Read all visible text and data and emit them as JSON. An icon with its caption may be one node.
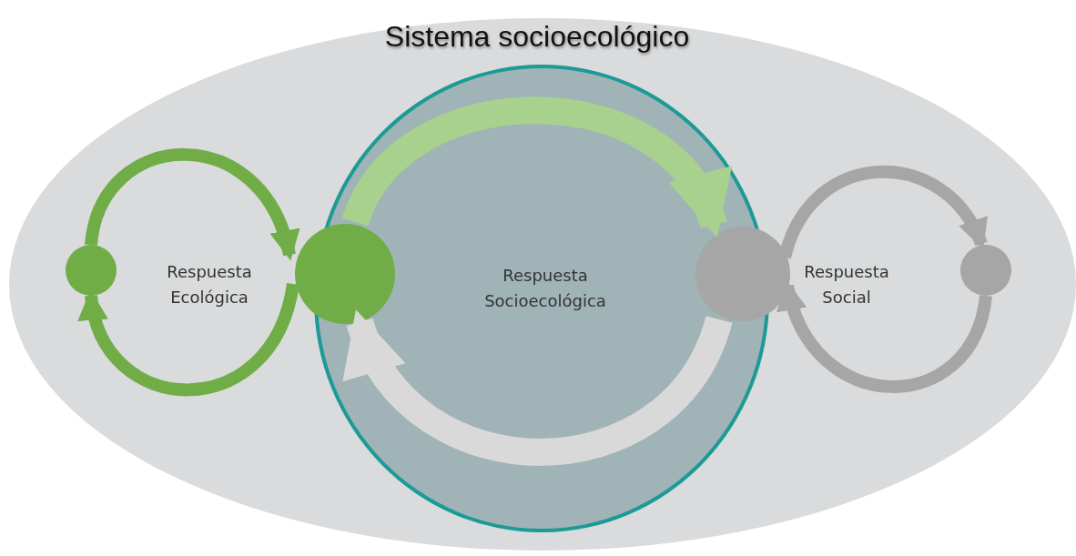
{
  "diagram": {
    "nodes": [
      {
        "text": [
          "Sistema socioecológico"
        ]
      },
      {
        "text": [
          "Respuesta Socioecológica"
        ],
        "in": 0
      },
      {
        "text": [],
        "shape": "circle",
        "in": 0
      },
      {
        "text": [],
        "shape": "circle",
        "in": 1
      },
      {
        "text": [],
        "shape": "circle",
        "in": 1
      },
      {
        "text": [],
        "shape": "circle",
        "in": 0
      }
    ],
    "edges": [
      {
        "from": 2,
        "to": 3,
        "arrow": "to",
        "color": "#70ad47"
      },
      {
        "from": 3,
        "to": 2,
        "arrow": "to",
        "color": "#70ad47"
      },
      {
        "from": 3,
        "to": 4,
        "arrow": "to",
        "style": "thick",
        "color": "#a9d18e"
      },
      {
        "from": 4,
        "to": 3,
        "arrow": "to",
        "style": "thick",
        "color": "#d9d9d9"
      },
      {
        "from": 4,
        "to": 5,
        "arrow": "to",
        "color": "#a6a6a6"
      },
      {
        "from": 5,
        "to": 4,
        "arrow": "to",
        "color": "#a6a6a6"
      }
    ],
    "labels": [
      "Respuesta Ecológica",
      "Respuesta Social"
    ]
  }
}
